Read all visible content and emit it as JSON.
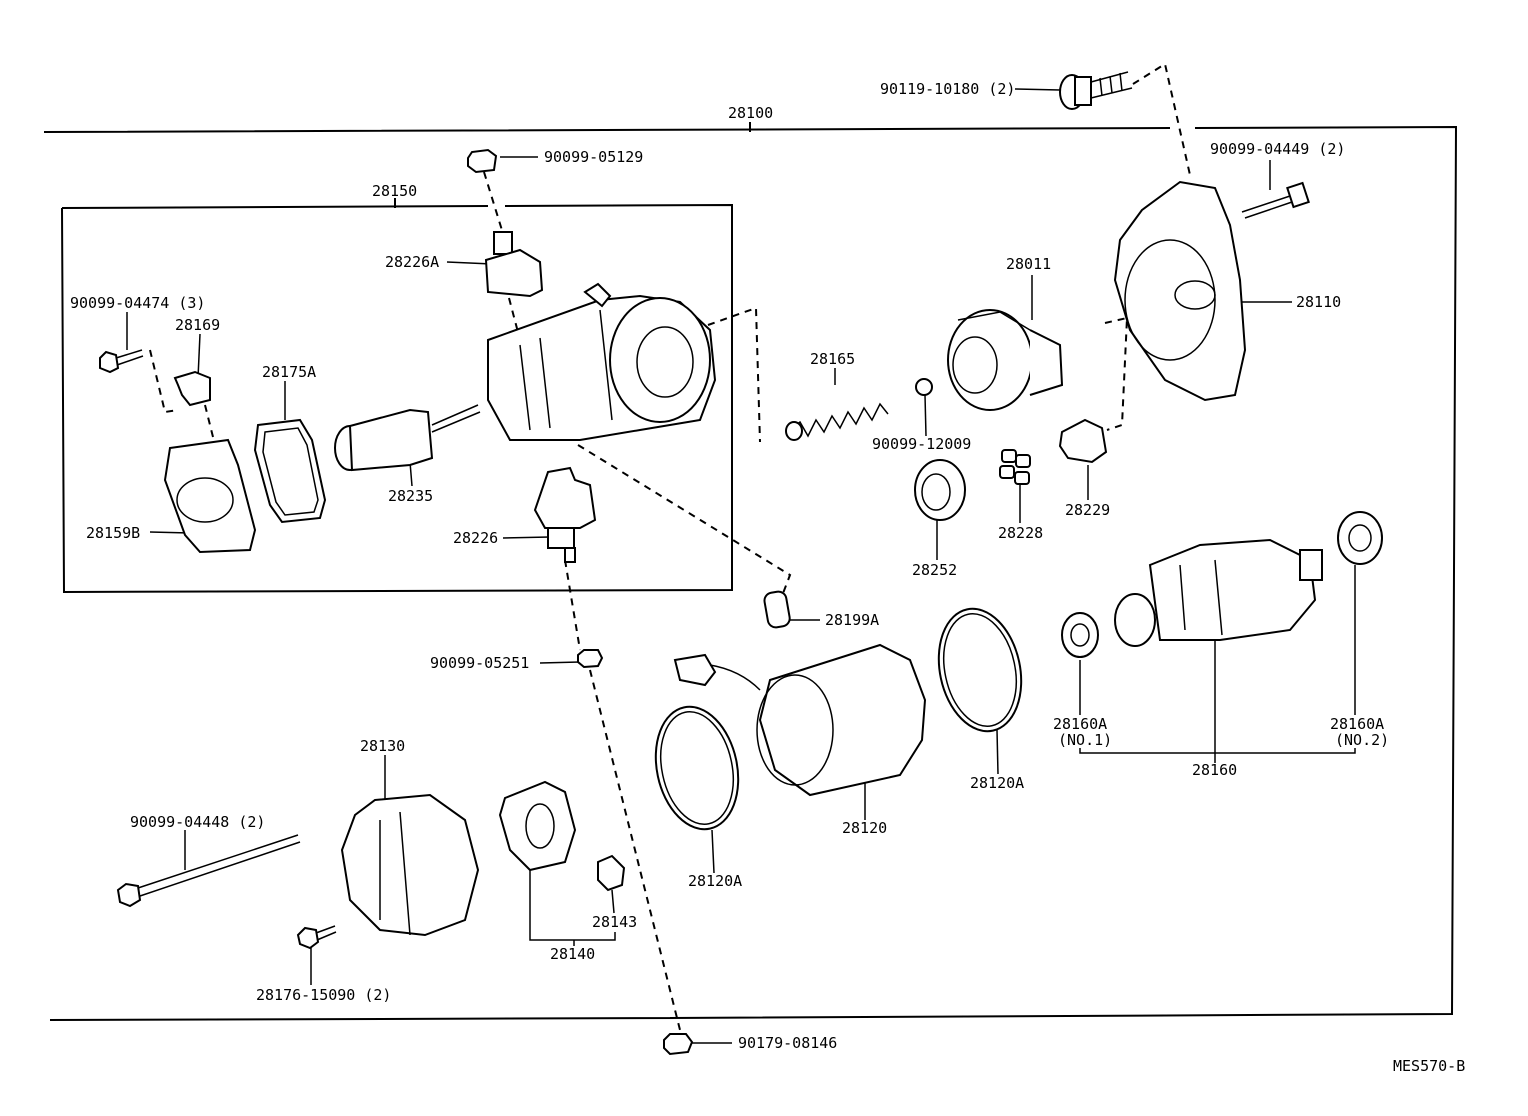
{
  "diagram": {
    "drawing_code": "MES570-B",
    "labels": {
      "l28100": "28100",
      "l28150": "28150",
      "l90119_10180": "90119-10180 (2)",
      "l90099_05129": "90099-05129",
      "l90099_04449": "90099-04449 (2)",
      "l28226A": "28226A",
      "l28011": "28011",
      "l28110": "28110",
      "l90099_04474": "90099-04474 (3)",
      "l28169": "28169",
      "l28175A": "28175A",
      "l28165": "28165",
      "l90099_12009": "90099-12009",
      "l28235": "28235",
      "l28159B": "28159B",
      "l28226": "28226",
      "l28252": "28252",
      "l28228": "28228",
      "l28229": "28229",
      "l28199A": "28199A",
      "l90099_05251": "90099-05251",
      "l28160A_1": "28160A",
      "l28160A_1_sub": "(NO.1)",
      "l28160A_2": "28160A",
      "l28160A_2_sub": "(NO.2)",
      "l28160": "28160",
      "l28130": "28130",
      "l28120A_right": "28120A",
      "l28120": "28120",
      "l28120A_left": "28120A",
      "l90099_04448": "90099-04448 (2)",
      "l28143": "28143",
      "l28140": "28140",
      "l28176_15090": "28176-15090 (2)",
      "l90179_08146": "90179-08146"
    }
  }
}
